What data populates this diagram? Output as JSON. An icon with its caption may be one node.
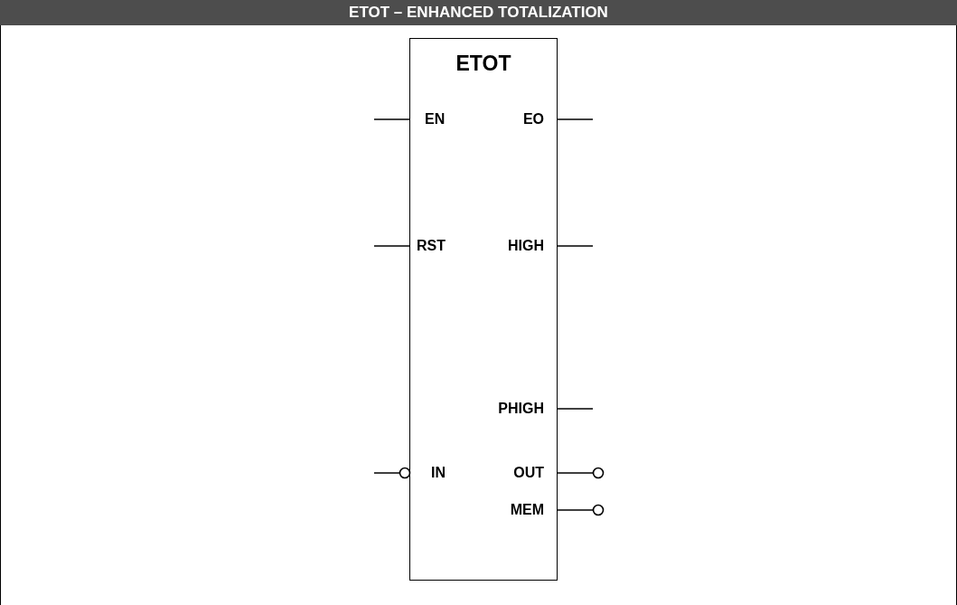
{
  "diagram": {
    "title": "ETOT – ENHANCED TOTALIZATION",
    "nodes": [
      {
        "text": [
          "ETOT"
        ]
      },
      {
        "text": [
          "EN"
        ],
        "in": 0
      },
      {
        "text": [
          "EO"
        ],
        "in": 0
      },
      {
        "text": [
          "RST"
        ],
        "in": 0
      },
      {
        "text": [
          "HIGH"
        ],
        "in": 0
      },
      {
        "text": [
          "PHIGH"
        ],
        "in": 0
      },
      {
        "text": [
          "IN"
        ],
        "in": 0
      },
      {
        "text": [
          "OUT"
        ],
        "in": 0
      },
      {
        "text": [
          "MEM"
        ],
        "in": 0
      }
    ],
    "edges": [
      {
        "from": null,
        "to": 1,
        "arrow": "none"
      },
      {
        "from": 2,
        "to": null,
        "arrow": "none"
      },
      {
        "from": null,
        "to": 3,
        "arrow": "none"
      },
      {
        "from": 4,
        "to": null,
        "arrow": "none"
      },
      {
        "from": 5,
        "to": null,
        "arrow": "none"
      },
      {
        "from": null,
        "to": 6,
        "arrow": "other"
      },
      {
        "from": 7,
        "to": null,
        "arrow": "other"
      },
      {
        "from": 8,
        "to": null,
        "arrow": "other"
      }
    ]
  }
}
